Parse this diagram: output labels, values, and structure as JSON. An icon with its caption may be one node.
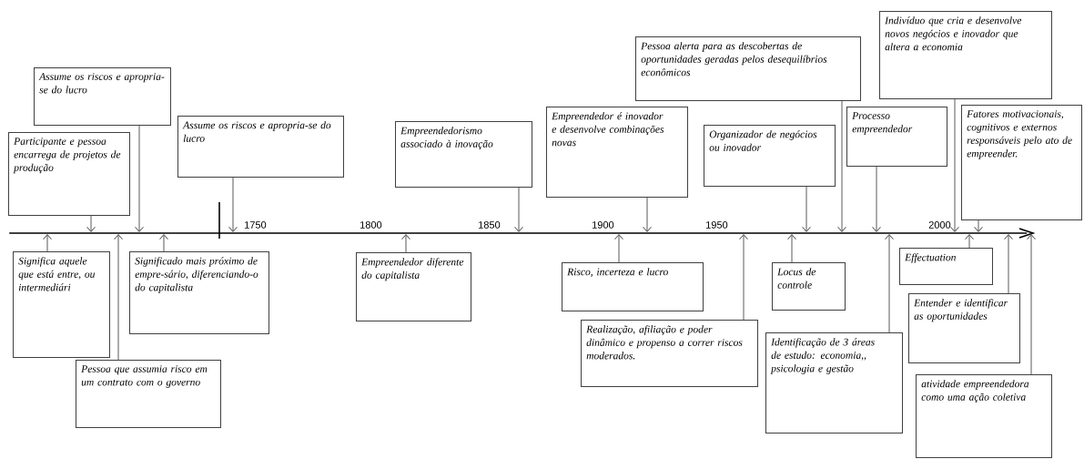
{
  "diagram": {
    "nodes": [
      {
        "text": [
          "Significa aquele que está entre, ou intermediári"
        ]
      },
      {
        "text": [
          "Participante e pessoa encarrega de projetos de produção"
        ]
      },
      {
        "text": [
          "Pessoa que assumia risco em um contrato com o governo"
        ]
      },
      {
        "text": [
          "Assume os riscos e apropria-se do lucro"
        ]
      },
      {
        "text": [
          "Significado mais próximo de empre-sário, diferenciando-o do capitalista"
        ]
      },
      {
        "text": [
          "Assume os riscos e apropria-se do lucro"
        ]
      },
      {
        "text": [
          "Empreendedor diferente do capitalista"
        ]
      },
      {
        "text": [
          "Empreendedorismo associado à inovação"
        ]
      },
      {
        "text": [
          "Risco, incerteza e lucro"
        ]
      },
      {
        "text": [
          "Empreendedor é inovador e desenvolve combinações novas"
        ]
      },
      {
        "text": [
          "Realização, afiliação e poder dinâmico e propenso a correr riscos moderados."
        ]
      },
      {
        "text": [
          "Locus de controle"
        ]
      },
      {
        "text": [
          "Organizador de negócios ou inovador"
        ]
      },
      {
        "text": [
          "Pessoa alerta para as descobertas de oportunidades geradas pelos desequilíbrios econômicos"
        ]
      },
      {
        "text": [
          "Processo empreendedor"
        ]
      },
      {
        "text": [
          "Identificação de 3 áreas de estudo: economia,, psicologia e gestão"
        ]
      },
      {
        "text": [
          "Indivíduo que cria e desenvolve novos negócios e inovador que altera a economia"
        ]
      },
      {
        "text": [
          "Effectuation"
        ]
      },
      {
        "text": [
          "Fatores motivacionais, cognitivos e externos responsáveis pelo ato de empreender."
        ]
      },
      {
        "text": [
          "Entender e identificar as oportunidades"
        ]
      },
      {
        "text": [
          "atividade empreendedora como uma ação coletiva"
        ]
      },
      {
        "text": [],
        "shape": "bar"
      }
    ],
    "edges": [
      {
        "from": 0,
        "to": 21,
        "arrow": "to"
      },
      {
        "from": 1,
        "to": 21,
        "arrow": "to"
      },
      {
        "from": 2,
        "to": 21,
        "arrow": "to"
      },
      {
        "from": 3,
        "to": 21,
        "arrow": "to"
      },
      {
        "from": 4,
        "to": 21,
        "arrow": "to"
      },
      {
        "from": 5,
        "to": 21,
        "arrow": "to"
      },
      {
        "from": 6,
        "to": 21,
        "arrow": "to"
      },
      {
        "from": 7,
        "to": 21,
        "arrow": "to"
      },
      {
        "from": 8,
        "to": 21,
        "arrow": "to"
      },
      {
        "from": 9,
        "to": 21,
        "arrow": "to"
      },
      {
        "from": 10,
        "to": 21,
        "arrow": "to"
      },
      {
        "from": 11,
        "to": 21,
        "arrow": "to"
      },
      {
        "from": 12,
        "to": 21,
        "arrow": "to"
      },
      {
        "from": 13,
        "to": 21,
        "arrow": "to"
      },
      {
        "from": 14,
        "to": 21,
        "arrow": "to"
      },
      {
        "from": 15,
        "to": 21,
        "arrow": "to"
      },
      {
        "from": 16,
        "to": 21,
        "arrow": "to"
      },
      {
        "from": 17,
        "to": 21,
        "arrow": "to"
      },
      {
        "from": 18,
        "to": 21,
        "arrow": "to"
      },
      {
        "from": 19,
        "to": 21,
        "arrow": "to"
      },
      {
        "from": 20,
        "to": 21,
        "arrow": "to"
      }
    ],
    "labels": [
      "1750",
      "1800",
      "1850",
      "1900",
      "1950",
      "2000"
    ]
  }
}
